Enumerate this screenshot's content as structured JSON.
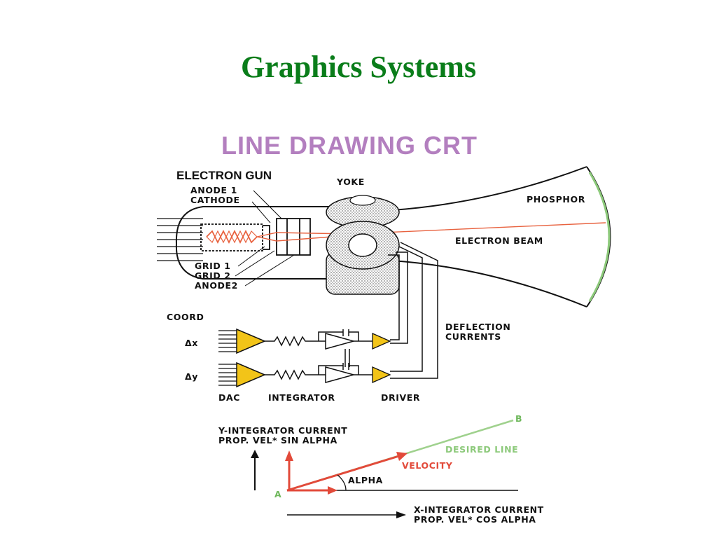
{
  "slide": {
    "title": "Graphics Systems"
  },
  "diagram": {
    "heading": "LINE DRAWING CRT",
    "crt": {
      "electron_gun": "ELECTRON GUN",
      "anode1": "ANODE 1",
      "cathode": "CATHODE",
      "grid1": "GRID 1",
      "grid2": "GRID 2",
      "anode2": "ANODE2",
      "yoke": "YOKE",
      "phosphor": "PHOSPHOR",
      "electron_beam": "ELECTRON BEAM"
    },
    "circuit": {
      "coord": "COORD",
      "delta_x": "Δx",
      "delta_y": "Δy",
      "deflection_line1": "DEFLECTION",
      "deflection_line2": "CURRENTS",
      "dac": "DAC",
      "integrator": "INTEGRATOR",
      "driver": "DRIVER"
    },
    "vector": {
      "y_integrator_line1": "Y-INTEGRATOR CURRENT",
      "y_integrator_line2": "PROP.  VEL* SIN ALPHA",
      "x_integrator_line1": "X-INTEGRATOR CURRENT",
      "x_integrator_line2": "PROP.  VEL* COS ALPHA",
      "point_a": "A",
      "point_b": "B",
      "desired_line": "DESIRED LINE",
      "velocity": "VELOCITY",
      "alpha": "ALPHA"
    },
    "colors": {
      "title": "#0a7d1a",
      "heading": "#b37fbf",
      "amplifier": "#f2c418",
      "beam": "#e8623f",
      "phosphor": "#8cc97a",
      "velocity": "#e24a3a",
      "desired_line": "#9fd18d"
    }
  }
}
